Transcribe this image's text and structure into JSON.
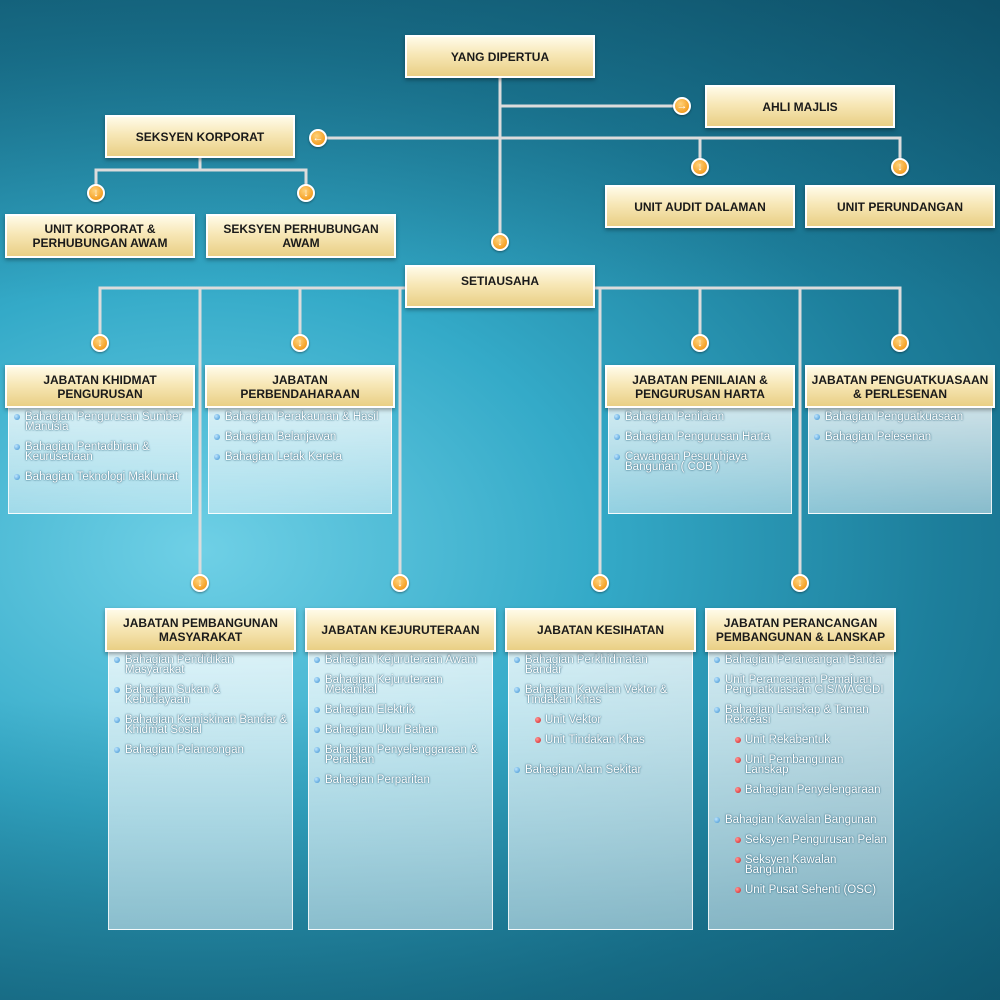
{
  "nodes": {
    "yang_dipertua": "YANG DIPERTUA",
    "ahli_majlis": "AHLI MAJLIS",
    "seksyen_korporat": "SEKSYEN KORPORAT",
    "unit_korporat_l1": "UNIT KORPORAT &",
    "unit_korporat_l2": "PERHUBUNGAN AWAM",
    "seksyen_perhubungan_l1": "SEKSYEN PERHUBUNGAN",
    "seksyen_perhubungan_l2": "AWAM",
    "unit_audit": "UNIT AUDIT DALAMAN",
    "unit_perundangan": "UNIT PERUNDANGAN",
    "setiausaha": "SETIAUSAHA"
  },
  "departments": {
    "khidmat": {
      "l1": "JABATAN KHIDMAT",
      "l2": "PENGURUSAN",
      "items": [
        "Bahagian Pengurusan Sumber Manusia",
        "Bahagian Pentadbiran & Keurusetiaan",
        "Bahagian Teknologi Maklumat"
      ]
    },
    "perbendaharaan": {
      "l1": "JABATAN PERBENDAHARAAN",
      "items": [
        "Bahagian Perakaunan & Hasil",
        "Bahagian Belanjawan",
        "Bahagian Letak Kereta"
      ]
    },
    "penilaian": {
      "l1": "JABATAN PENILAIAN &",
      "l2": "PENGURUSAN HARTA",
      "items": [
        "Bahagian Penilaian",
        "Bahagian Pengurusan Harta",
        "Cawangan Pesuruhjaya Bangunan ( COB )"
      ]
    },
    "penguatkuasaan": {
      "l1": "JABATAN PENGUATKUASAAN",
      "l2": "& PERLESENAN",
      "items": [
        "Bahagian Penguatkuasaan",
        "Bahagian Pelesenan"
      ]
    },
    "pembangunan": {
      "l1": "JABATAN PEMBANGUNAN",
      "l2": "MASYARAKAT",
      "items": [
        "Bahagian Pendidikan Masyarakat",
        "Bahagian Sukan & Kebudayaan",
        "Bahagian Kemiskinan Bandar & Khidmat Sosial",
        "Bahagian Pelancongan"
      ]
    },
    "kejuruteraan": {
      "l1": "JABATAN KEJURUTERAAN",
      "items": [
        "Bahagian Kejuruteraan Awam",
        "Bahagian Kejuruteraan Mekanikal",
        "Bahagian Elektrik",
        "Bahagian Ukur Bahan",
        "Bahagian Penyelenggaraan & Peralatan",
        "Bahagian Perparitan"
      ]
    },
    "kesihatan": {
      "l1": "JABATAN KESIHATAN",
      "items": [
        "Bahagian Perkhidmatan Bandar",
        "Bahagian Kawalan Vektor & Tindakan Khas",
        "Unit Vektor",
        "Unit Tindakan Khas",
        "Bahagian Alam Sekitar"
      ]
    },
    "perancangan": {
      "l1": "JABATAN PERANCANGAN",
      "l2": "PEMBANGUNAN & LANSKAP",
      "items": [
        "Bahagian Perancangan Bandar",
        "Unit Perancangan Pemajuan Penguatkuasaan GIS/MACGDI",
        "Bahagian Lanskap & Taman Rekreasi",
        "Unit Rekabentuk",
        "Unit Pembangunan Lanskap",
        "Bahagian Penyelengaraan",
        "Bahagian Kawalan Bangunan",
        "Seksyen Pengurusan Pelan",
        "Seksyen Kawalan Bangunan",
        "Unit Pusat Sehenti (OSC)"
      ]
    }
  },
  "colors": {
    "accent": "#f08a00",
    "line": "#d8d8d8"
  }
}
